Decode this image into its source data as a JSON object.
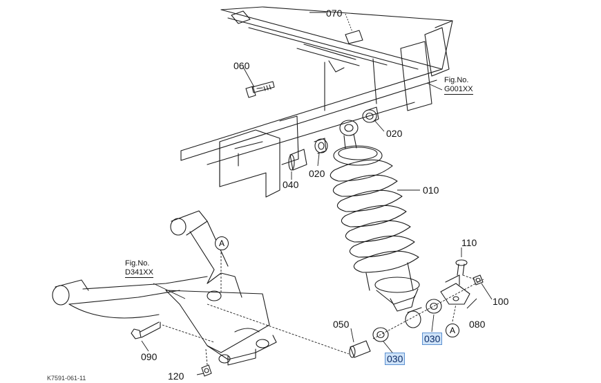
{
  "parts": {
    "p010": "010",
    "p020a": "020",
    "p020b": "020",
    "p030a": "030",
    "p030b": "030",
    "p040": "040",
    "p050": "050",
    "p060": "060",
    "p070": "070",
    "p080": "080",
    "p090": "090",
    "p100": "100",
    "p110": "110",
    "p120": "120"
  },
  "refs": {
    "frame": {
      "label": "Fig.No.",
      "code": "G001XX"
    },
    "arm": {
      "label": "Fig.No.",
      "code": "D341XX"
    }
  },
  "callouts": {
    "a1": "A",
    "a2": "A"
  },
  "footer": "K7591-061-11"
}
